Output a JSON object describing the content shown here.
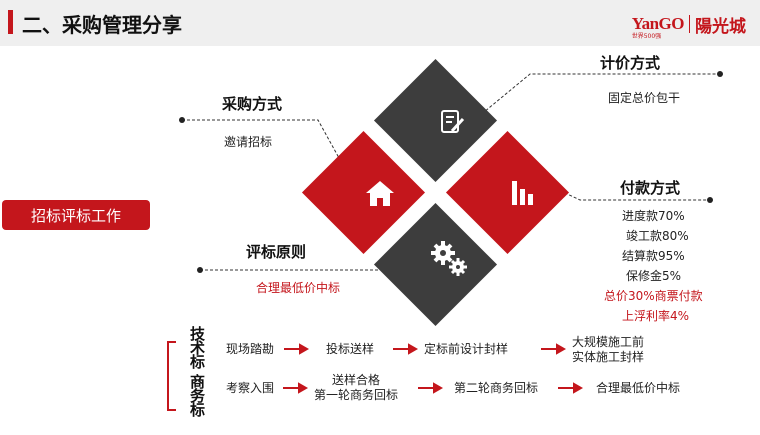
{
  "header": {
    "title": "二、采购管理分享"
  },
  "logo": {
    "brand": "YanGO",
    "tagline": "世界500强",
    "chinese": "陽光城"
  },
  "sidebar_button": {
    "label": "招标评标工作"
  },
  "sections": {
    "procurement": {
      "title": "采购方式",
      "value": "邀请招标"
    },
    "pricing": {
      "title": "计价方式",
      "value": "固定总价包干"
    },
    "payment": {
      "title": "付款方式",
      "items": [
        "进度款70%",
        "竣工款80%",
        "结算款95%",
        "保修金5%"
      ],
      "highlights": [
        "总价30%商票付款",
        "上浮利率4%"
      ]
    },
    "evaluation": {
      "title": "评标原则",
      "value": "合理最低价中标"
    }
  },
  "process": {
    "row1_label": "技术标",
    "row2_label": "商务标",
    "row1": [
      "现场踏勘",
      "投标送样",
      "定标前设计封样",
      "大规模施工前\n实体施工封样"
    ],
    "row2": [
      "考察入围",
      "送样合格\n第一轮商务回标",
      "第二轮商务回标",
      "合理最低价中标"
    ]
  },
  "colors": {
    "accent": "#c4161c",
    "dark": "#3d3d3d",
    "header_bg": "#efefef"
  },
  "icons": {
    "top": "document-edit-icon",
    "left": "home-icon",
    "right": "bar-chart-icon",
    "bottom": "gears-icon"
  }
}
